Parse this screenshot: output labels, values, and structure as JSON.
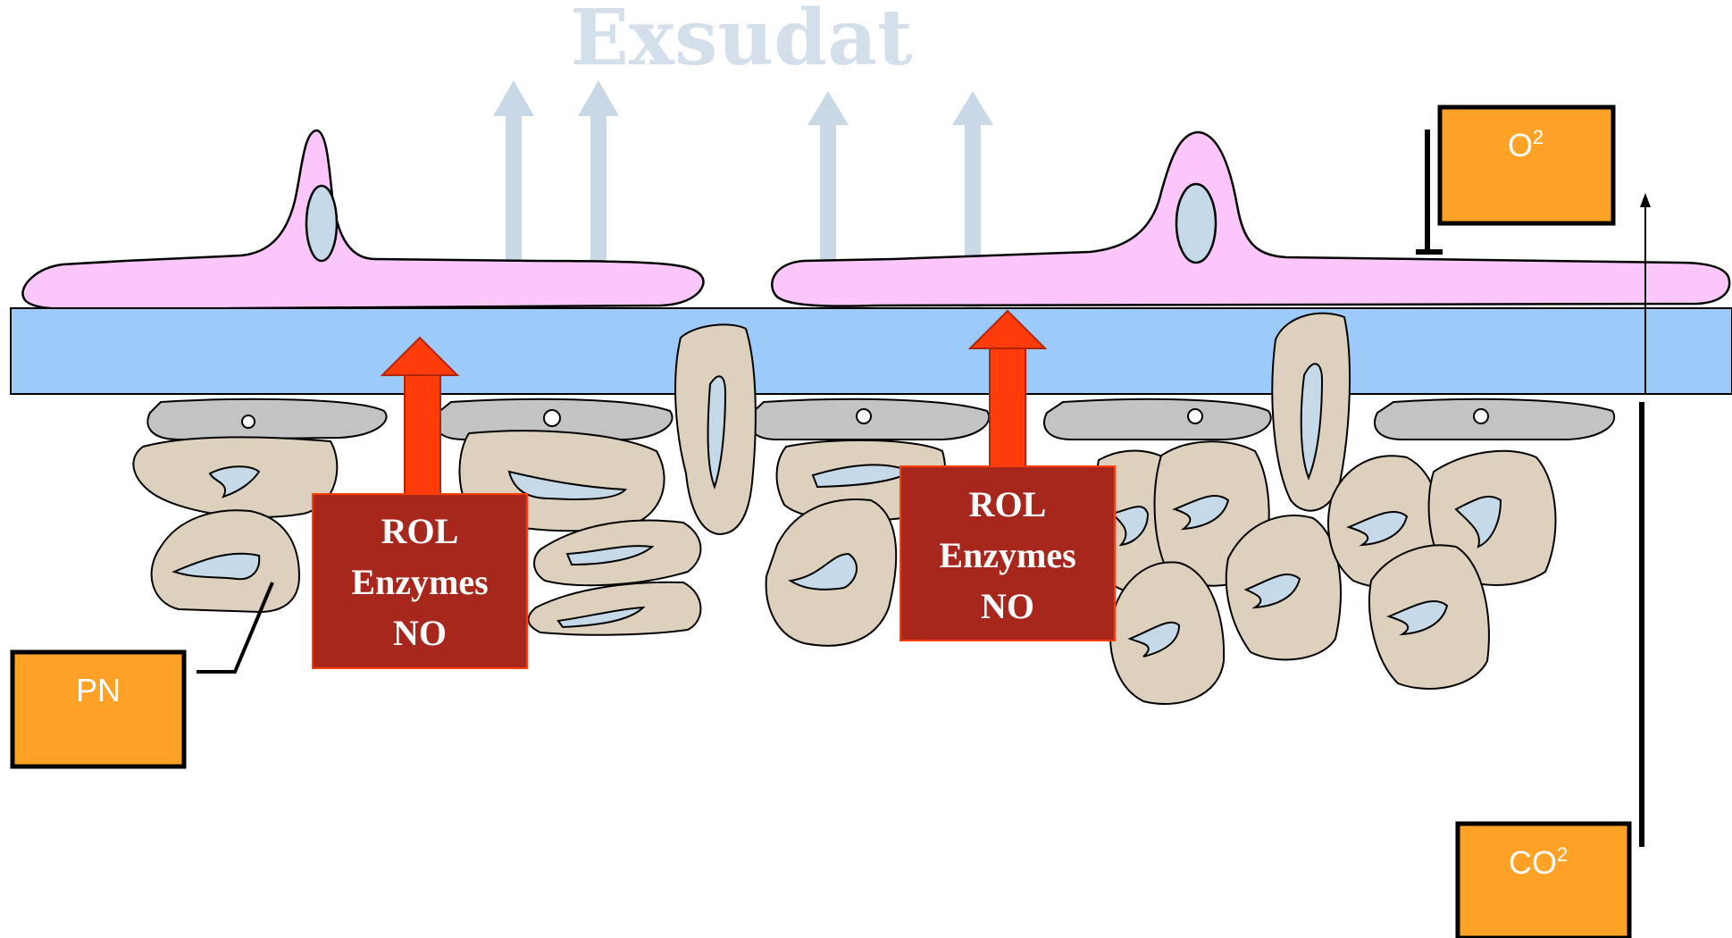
{
  "title": "Exsudat",
  "red_boxes": [
    {
      "lines": [
        "ROL",
        "Enzymes",
        "NO"
      ]
    },
    {
      "lines": [
        "ROL",
        "Enzymes",
        "NO"
      ]
    }
  ],
  "orange_boxes": {
    "o2": {
      "base": "O",
      "sup": "2"
    },
    "co2": {
      "base": "CO",
      "sup": "2"
    },
    "pn": {
      "label": "PN"
    }
  },
  "colors": {
    "exsudat": "#d3e0ec",
    "arrows_up": "#c8d8e6",
    "membrane": "#9ccaf9",
    "endothelium": "#fbc6fa",
    "nucleus": "#c6d9e9",
    "flat_cell": "#c3c3c3",
    "tissue_cell": "#ddd1bd",
    "red_box": "#a8271d",
    "red_arrow": "#ff3c0a",
    "orange_box": "#ffa225",
    "outline": "#000000"
  }
}
